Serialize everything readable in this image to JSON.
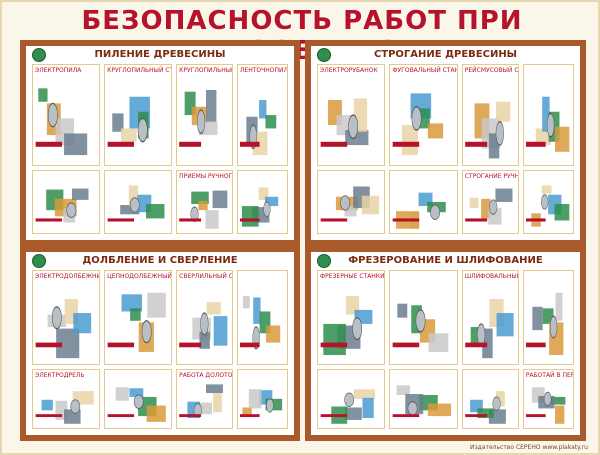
{
  "poster": {
    "title": "БЕЗОПАСНОСТЬ РАБОТ ПРИ ДЕРЕВООБРАБОТКЕ",
    "accent": "#b5122b",
    "border_color": "#a85a2a"
  },
  "panels": [
    {
      "id": "sawing",
      "title": "ПИЛЕНИЕ ДРЕВЕСИНЫ",
      "cells": [
        {
          "label": "ЭЛЕКТРОПИЛА",
          "icon": "circular-saw-icon"
        },
        {
          "label": "КРУГЛОПИЛЬНЫЙ СТАНОК ПРОДОЛЬНОГО РАСКРОЯ",
          "icon": "saw-blade-icon"
        },
        {
          "label": "КРУГЛОПИЛЬНЫЙ СТАНОК ПОПЕРЕЧНОГО РАСКРОЯ",
          "icon": "crosscut-saw-icon"
        },
        {
          "label": "ЛЕНТОЧНОПИЛЬНЫЙ СТАНОК",
          "icon": "band-saw-icon"
        },
        {
          "label": "",
          "icon": "worker-icon"
        },
        {
          "label": "",
          "icon": "hand-icon"
        },
        {
          "label": "ПРИЕМЫ РУЧНОГО ПИЛЕНИЯ",
          "icon": "hand-saw-icon"
        },
        {
          "label": "",
          "icon": "bench-icon"
        }
      ]
    },
    {
      "id": "planing",
      "title": "СТРОГАНИЕ ДРЕВЕСИНЫ",
      "cells": [
        {
          "label": "ЭЛЕКТРОРУБАНОК",
          "icon": "electric-planer-icon"
        },
        {
          "label": "ФУГОВАЛЬНЫЙ СТАНОК",
          "icon": "jointer-icon"
        },
        {
          "label": "РЕЙСМУСОВЫЙ СТАНОК",
          "icon": "thicknesser-icon"
        },
        {
          "label": "",
          "icon": "planer-table-icon"
        },
        {
          "label": "",
          "icon": "board-icon"
        },
        {
          "label": "",
          "icon": "roller-icon"
        },
        {
          "label": "СТРОГАНИЕ РУЧНЫМ ИНСТРУМЕНТОМ",
          "icon": "hand-plane-icon"
        },
        {
          "label": "",
          "icon": "plane-icon"
        }
      ]
    },
    {
      "id": "drilling",
      "title": "ДОЛБЛЕНИЕ И СВЕРЛЕНИЕ",
      "cells": [
        {
          "label": "ЭЛЕКТРОДОЛБЕЖНИК",
          "icon": "mortiser-icon"
        },
        {
          "label": "ЦЕПНОДОЛБЕЖНЫЙ СТАНОК",
          "icon": "chain-mortiser-icon"
        },
        {
          "label": "СВЕРЛИЛЬНЫЙ СТАНОК",
          "icon": "drill-press-icon"
        },
        {
          "label": "",
          "icon": "goggles-icon"
        },
        {
          "label": "ЭЛЕКТРОДРЕЛЬ",
          "icon": "electric-drill-icon"
        },
        {
          "label": "",
          "icon": "drill-bit-icon"
        },
        {
          "label": "РАБОТА ДОЛОТОМ И СТАМЕСКОЙ",
          "icon": "chisel-icon"
        },
        {
          "label": "",
          "icon": "mallet-icon"
        }
      ]
    },
    {
      "id": "milling",
      "title": "ФРЕЗЕРОВАНИЕ И ШЛИФОВАНИЕ",
      "cells": [
        {
          "label": "ФРЕЗЕРНЫЕ СТАНКИ",
          "icon": "milling-machine-icon"
        },
        {
          "label": "",
          "icon": "cutter-icon"
        },
        {
          "label": "ШЛИФОВАЛЬНЫЕ СТАНКИ",
          "icon": "sanding-machine-icon"
        },
        {
          "label": "",
          "icon": "belt-sander-icon"
        },
        {
          "label": "",
          "icon": "router-icon"
        },
        {
          "label": "",
          "icon": "disc-sander-icon"
        },
        {
          "label": "",
          "icon": "grinder-icon"
        },
        {
          "label": "РАБОТАЙ В ПЕРЧАТКАХ",
          "icon": "glove-icon"
        }
      ]
    }
  ],
  "footer": "Издательство СЕРЕНО www.plakaty.ru"
}
